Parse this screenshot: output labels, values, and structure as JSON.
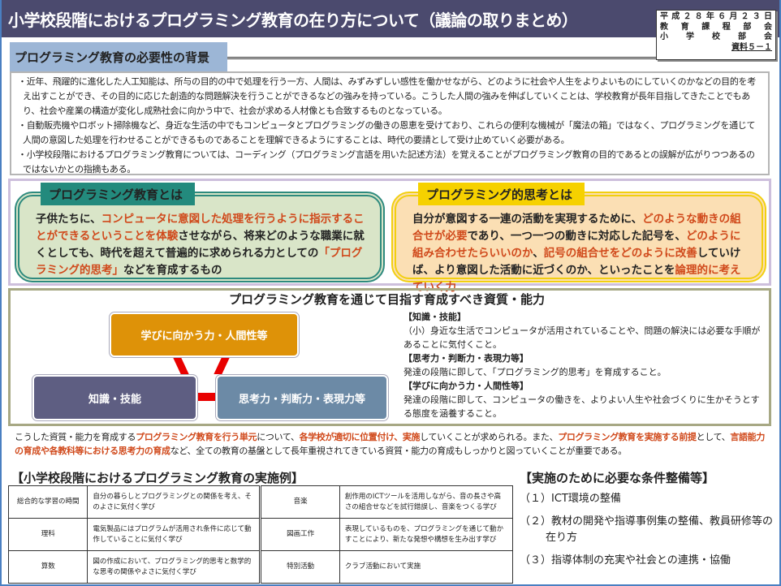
{
  "header": {
    "title": "小学校段階におけるプログラミング教育の在り方について（議論の取りまとめ）",
    "date_box": [
      "平成２８年６月２３日",
      "教 育 課 程 部 会",
      "小 学 校 部 会",
      "資料５－１"
    ]
  },
  "background": {
    "heading": "プログラミング教育の必要性の背景",
    "bullets": [
      "・近年、飛躍的に進化した人工知能は、所与の目的の中で処理を行う一方、人間は、みずみずしい感性を働かせながら、どのように社会や人生をよりよいものにしていくのかなどの目的を考え出すことができ、その目的に応じた創造的な問題解決を行うことができるなどの強みを持っている。こうした人間の強みを伸ばしていくことは、学校教育が長年目指してきたことでもあり、社会や産業の構造が変化し成熟社会に向かう中で、社会が求める人材像とも合致するものとなっている。",
      "・自動販売機やロボット掃除機など、身近な生活の中でもコンピュータとプログラミングの働きの恩恵を受けており、これらの便利な機械が「魔法の箱」ではなく、プログラミングを通じて人間の意図した処理を行わせることができるものであることを理解できるようにすることは、時代の要請として受け止めていく必要がある。",
      "・小学校段階におけるプログラミング教育については、コーディング（プログラミング言語を用いた記述方法）を覚えることがプログラミング教育の目的であるとの誤解が広がりつつあるのではないかとの指摘もある。"
    ]
  },
  "definition": {
    "label": "プログラミング教育とは",
    "segments": [
      {
        "t": "子供たちに、",
        "h": false
      },
      {
        "t": "コンピュータに意図した処理を行うように指示することができるということを体験",
        "h": true
      },
      {
        "t": "させながら、将来どのような職業に就くとしても、時代を超えて普遍的に求められる力としての",
        "h": false
      },
      {
        "t": "「プログラミング的思考」",
        "h": true
      },
      {
        "t": "などを育成するもの",
        "h": false
      }
    ]
  },
  "thinking": {
    "label": "プログラミング的思考とは",
    "segments": [
      {
        "t": "自分が意図する一連の活動を実現するために、",
        "h": false
      },
      {
        "t": "どのような動きの組合せが必要",
        "h": true
      },
      {
        "t": "であり、一つ一つの動きに対応した記号を、",
        "h": false
      },
      {
        "t": "どのように組み合わせたらいいのか",
        "h": true
      },
      {
        "t": "、",
        "h": false
      },
      {
        "t": "記号の組合せをどのように改善",
        "h": true
      },
      {
        "t": "していけば、より意図した活動に近づくのか、といったことを",
        "h": false
      },
      {
        "t": "論理的に考えていく力",
        "h": true
      }
    ]
  },
  "goals": {
    "title": "プログラミング教育を通じて目指す育成すべき資質・能力",
    "boxes": {
      "attitude": "学びに向かう力・人間性等",
      "knowledge": "知識・技能",
      "thinking": "思考力・判断力・表現力等"
    },
    "colors": {
      "attitude": "#de9208",
      "knowledge": "#5e5e82",
      "thinking": "#6c8aa6",
      "connector": "#e80000"
    },
    "items": [
      {
        "heading": "【知識・技能】",
        "text": "（小）身近な生活でコンピュータが活用されていることや、問題の解決には必要な手順があることに気付くこと。"
      },
      {
        "heading": "【思考力・判断力・表現力等】",
        "text": "発達の段階に即して、「プログラミング的思考」を育成すること。"
      },
      {
        "heading": "【学びに向かう力・人間性等】",
        "text": "発達の段階に即して、コンピュータの働きを、よりよい人生や社会づくりに生かそうとする態度を涵養すること。"
      }
    ]
  },
  "summary": {
    "segments": [
      {
        "t": "こうした資質・能力を育成する",
        "h": false
      },
      {
        "t": "プログラミング教育を行う単元",
        "h": true
      },
      {
        "t": "について、",
        "h": false
      },
      {
        "t": "各学校が適切に位置付け、実施",
        "h": true
      },
      {
        "t": "していくことが求められる。また、",
        "h": false
      },
      {
        "t": "プログラミング教育を実施する前提",
        "h": true
      },
      {
        "t": "として、",
        "h": false
      },
      {
        "t": "言語能力の育成や各教科等における思考力の育成",
        "h": true
      },
      {
        "t": "など、全ての教育の基盤として長年重視されてきている資質・能力の育成もしっかりと図っていくことが重要である。",
        "h": false
      }
    ]
  },
  "examples": {
    "heading": "【小学校段階におけるプログラミング教育の実施例】",
    "rows": [
      [
        {
          "subject": "総合的な学習の時間",
          "desc": "自分の暮らしとプログラミングとの関係を考え、そのよさに気付く学び"
        },
        {
          "subject": "音楽",
          "desc": "創作用のICTツールを活用しながら、音の長さや高さの組合せなどを試行錯誤し、音楽をつくる学び"
        }
      ],
      [
        {
          "subject": "理科",
          "desc": "電気製品にはプログラムが活用され条件に応じて動作していることに気付く学び"
        },
        {
          "subject": "図画工作",
          "desc": "表現しているものを、プログラミングを通じて動かすことにより、新たな発想や構想を生み出す学び"
        }
      ],
      [
        {
          "subject": "算数",
          "desc": "図の作成において、プログラミング的思考と数学的な思考の関係やよさに気付く学び"
        },
        {
          "subject": "特別活動",
          "desc": "クラブ活動において実施"
        }
      ]
    ]
  },
  "conditions": {
    "heading": "【実施のために必要な条件整備等】",
    "items": [
      "（１）ICT環境の整備",
      "（２）教材の開発や指導事例集の整備、教員研修等の在り方",
      "（３）指導体制の充実や社会との連携・協働"
    ]
  },
  "colors": {
    "title_bar": "#4b4a6e",
    "highlight": "#d0491b",
    "teal": "#238a7d",
    "yellow": "#f6d100",
    "section_header": "#9cb6d6"
  }
}
